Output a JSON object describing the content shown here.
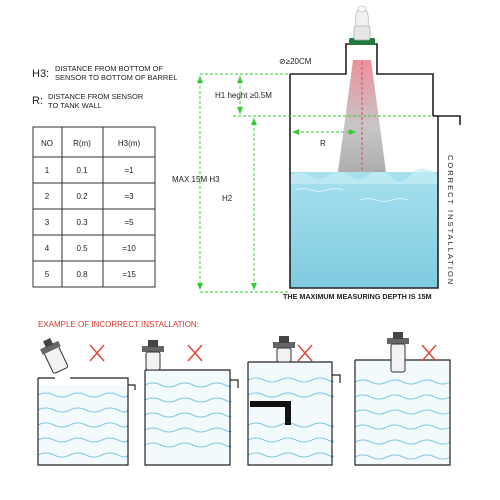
{
  "legend": {
    "h3_key": "H3:",
    "h3_line1": "DISTANCE FROM BOTTOM OF",
    "h3_line2": "SENSOR TO BOTTOM OF BARREL",
    "r_key": "R:",
    "r_line1": "DISTANCE FROM SENSOR",
    "r_line2": "TO TANK WALL"
  },
  "table": {
    "headers": [
      "NO",
      "R(m)",
      "H3(m)"
    ],
    "rows": [
      [
        "1",
        "0.1",
        "=1"
      ],
      [
        "2",
        "0.2",
        "=3"
      ],
      [
        "3",
        "0.3",
        "=5"
      ],
      [
        "4",
        "0.5",
        "=10"
      ],
      [
        "5",
        "0.8",
        "=15"
      ]
    ]
  },
  "tank": {
    "diameter_label": "⊘≥20CM",
    "h1_label": "H1 heght ≥0.5M",
    "r_label": "R",
    "max_label": "MAX 15M H3",
    "h2_label": "H2",
    "correct_label": "CORRECT INSTALLATION",
    "caption": "THE MAXIMUM MEASURING DEPTH IS 15M"
  },
  "incorrect": {
    "title": "EXAMPLE OF INCORRECT INSTALLATION:"
  },
  "colors": {
    "water": "#9fdcea",
    "guide": "#33cc33",
    "wrong": "#e0483a",
    "title_red": "#d23a2f"
  }
}
